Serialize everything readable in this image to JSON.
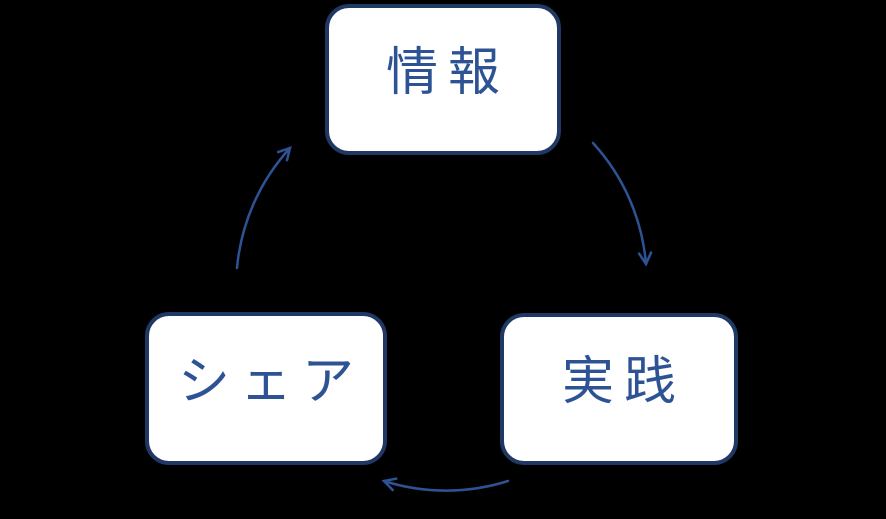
{
  "diagram": {
    "type": "cycle",
    "background_color": "#000000",
    "box_fill_color": "#ffffff",
    "box_border_color": "#1f3864",
    "text_color": "#2e5395",
    "arrow_color": "#2e5395",
    "nodes": [
      {
        "id": "information",
        "label": "情報",
        "position": "top"
      },
      {
        "id": "practice",
        "label": "実践",
        "position": "bottom-right"
      },
      {
        "id": "share",
        "label": "シェア",
        "position": "bottom-left"
      }
    ],
    "arrows": [
      {
        "from": "情報",
        "to": "実践",
        "direction": "clockwise"
      },
      {
        "from": "実践",
        "to": "シェア",
        "direction": "clockwise"
      },
      {
        "from": "シェア",
        "to": "情報",
        "direction": "clockwise"
      }
    ]
  }
}
